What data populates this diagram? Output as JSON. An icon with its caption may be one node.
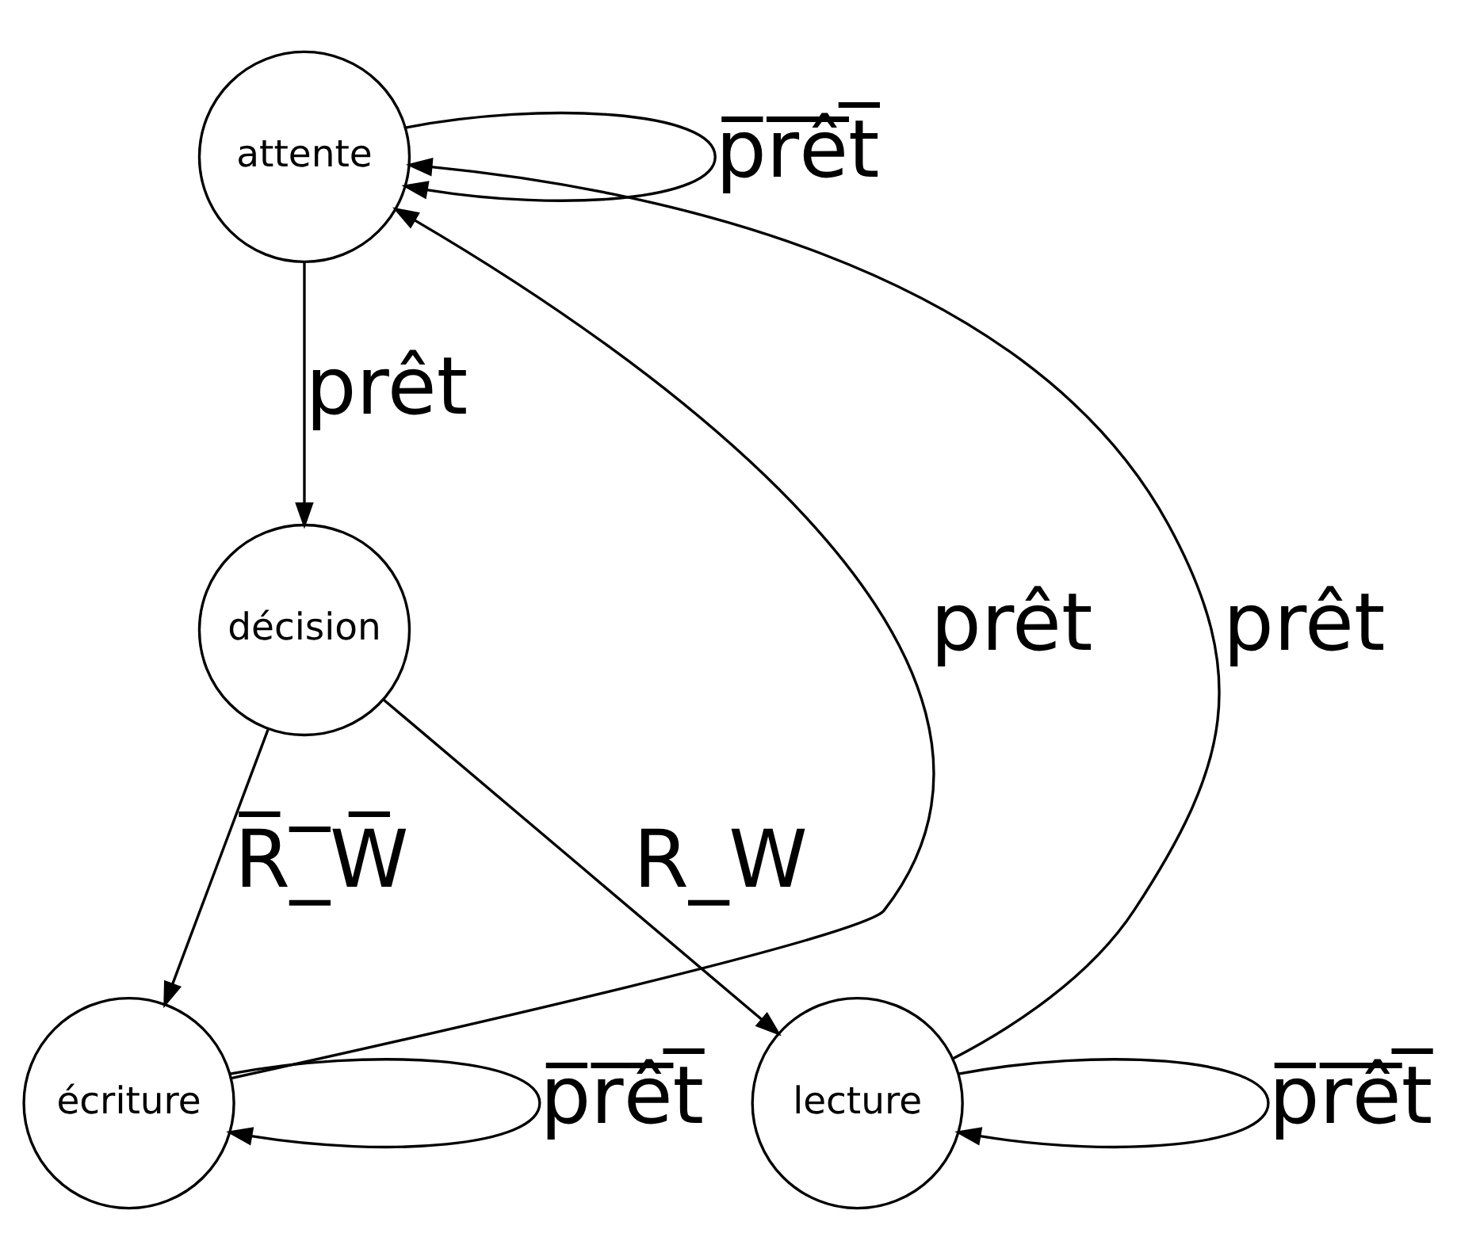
{
  "diagram": {
    "nodes": [
      {
        "text": [
          "attente"
        ]
      },
      {
        "text": [
          "décision"
        ]
      },
      {
        "text": [
          "écriture"
        ]
      },
      {
        "text": [
          "lecture"
        ]
      }
    ],
    "edges": [
      {
        "from": 0,
        "to": 0,
        "arrow": "to",
        "label": "p̅r̅ê̅t̅"
      },
      {
        "from": 0,
        "to": 1,
        "arrow": "to",
        "label": "prêt"
      },
      {
        "from": 1,
        "to": 2,
        "arrow": "to",
        "label": "R̅_̅W̅"
      },
      {
        "from": 1,
        "to": 3,
        "arrow": "to",
        "label": "R_W"
      },
      {
        "from": 2,
        "to": 0,
        "arrow": "to",
        "label": "prêt"
      },
      {
        "from": 3,
        "to": 0,
        "arrow": "to",
        "label": "prêt"
      },
      {
        "from": 2,
        "to": 2,
        "arrow": "to",
        "label": "p̅r̅ê̅t̅"
      },
      {
        "from": 3,
        "to": 3,
        "arrow": "to",
        "label": "p̅r̅ê̅t̅"
      }
    ]
  }
}
